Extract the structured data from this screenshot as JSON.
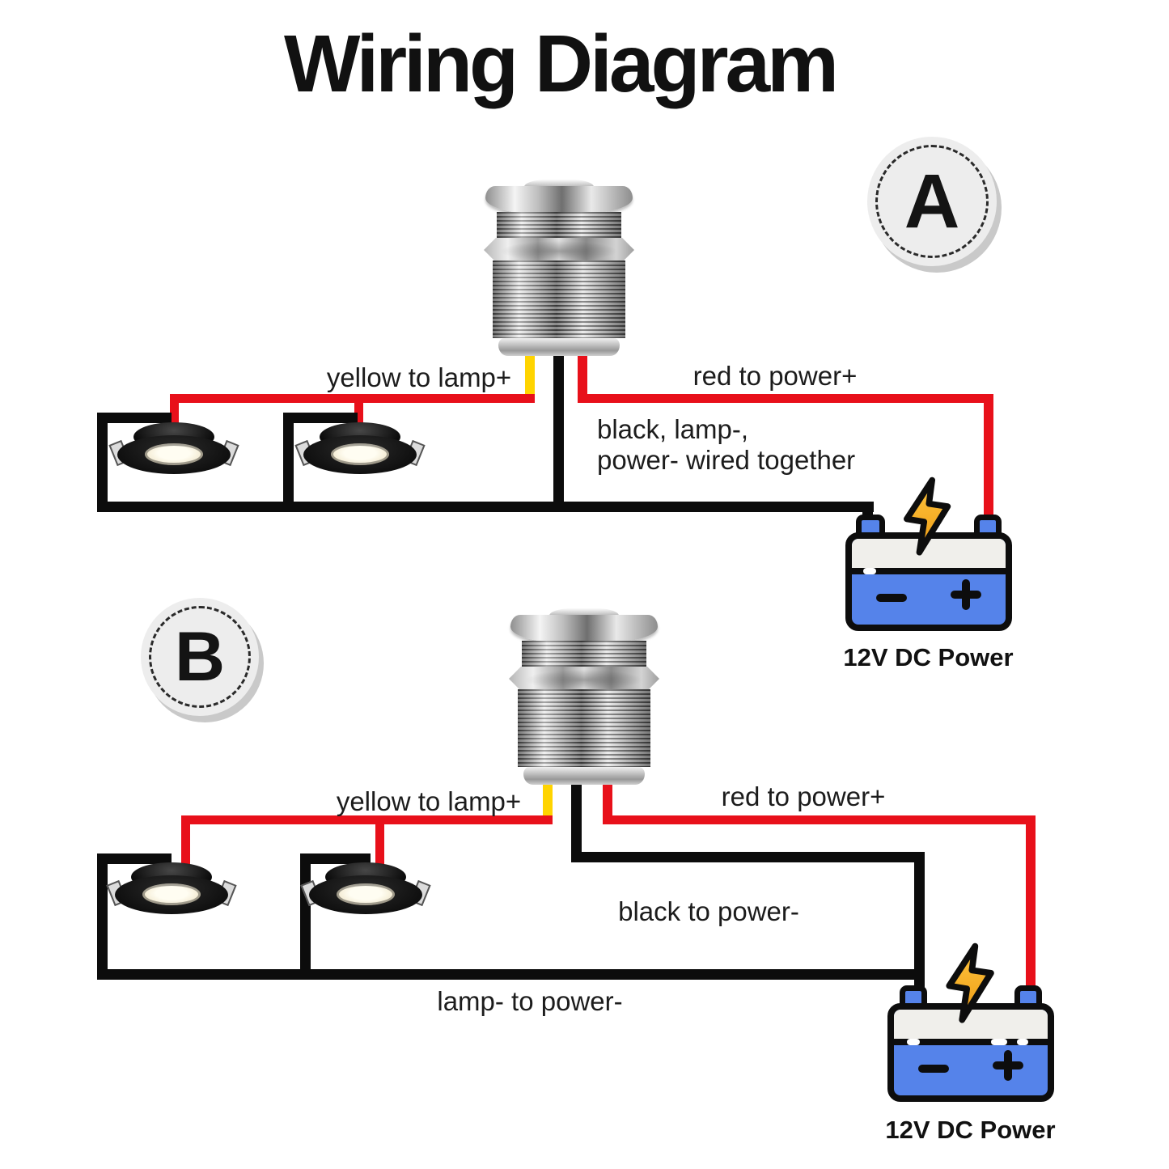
{
  "title": "Wiring Diagram",
  "badge_a": "A",
  "badge_b": "B",
  "colors": {
    "wire_red": "#E8101A",
    "wire_yellow": "#FFD400",
    "wire_black": "#0C0C0C",
    "battery_blue": "#5583EA",
    "battery_gray_band": "#F0EFEB",
    "bolt_orange": "#F3A71F",
    "badge_background": "#EDEDED",
    "lamp_lens": "#F6EFDA"
  },
  "circuit_a": {
    "labels": {
      "yellow_wire": "yellow to lamp+",
      "red_wire": "red to power+",
      "black_note": "black, lamp-,\npower- wired together",
      "battery": "12V DC Power"
    }
  },
  "circuit_b": {
    "labels": {
      "yellow_wire": "yellow to lamp+",
      "red_wire": "red to power+",
      "black_wire": "black to power-",
      "lamp_wire": "lamp- to power-",
      "battery": "12V DC Power"
    }
  }
}
